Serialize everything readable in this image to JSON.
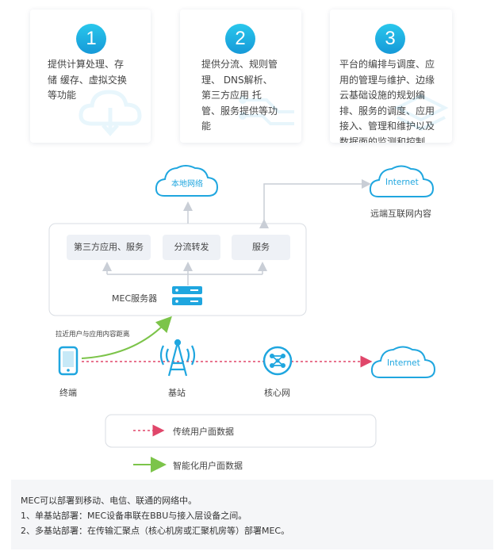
{
  "cards": [
    {
      "number": "1",
      "lines": [
        "提供计算处理、存",
        "储 缓存、虚拟交换",
        "等功能"
      ]
    },
    {
      "number": "2",
      "lines": [
        "提供分流、规则管",
        "理、 DNS解析、",
        "第三方应用 托",
        "管、服务提供等功",
        "能"
      ]
    },
    {
      "number": "3",
      "lines": [
        "平台的编排与调度、应",
        "用的管理与维护、边缘",
        "云基础设施的规划编",
        "排、服务的调度、应用",
        "接入、管理和维护以及",
        "数据面的监测和控制"
      ]
    }
  ],
  "clouds": {
    "local_network": "本地网络",
    "internet_top": "Internet",
    "internet_right": "Internet",
    "remote_content_label": "远端互联网内容"
  },
  "mec": {
    "services": [
      "第三方应用、服务",
      "分流转发",
      "服务"
    ],
    "server_label": "MEC服务器",
    "shorten_label": "拉近用户与应用内容距离"
  },
  "nodes": {
    "terminal": "终端",
    "base_station": "基站",
    "core_network": "核心网"
  },
  "legend": {
    "traditional": "传统用户面数据",
    "smart": "智能化用户面数据"
  },
  "colors": {
    "accent_blue": "#1fa6df",
    "red_dashed": "#e0466a",
    "green_curve": "#7cc44a",
    "gray_arrow": "#c9ced6"
  },
  "notes": [
    "MEC可以部署到移动、电信、联通的网络中。",
    "1、单基站部署：MEC设备串联在BBU与接入层设备之间。",
    "2、多基站部署：在传输汇聚点（核心机房或汇聚机房等）部署MEC。"
  ]
}
